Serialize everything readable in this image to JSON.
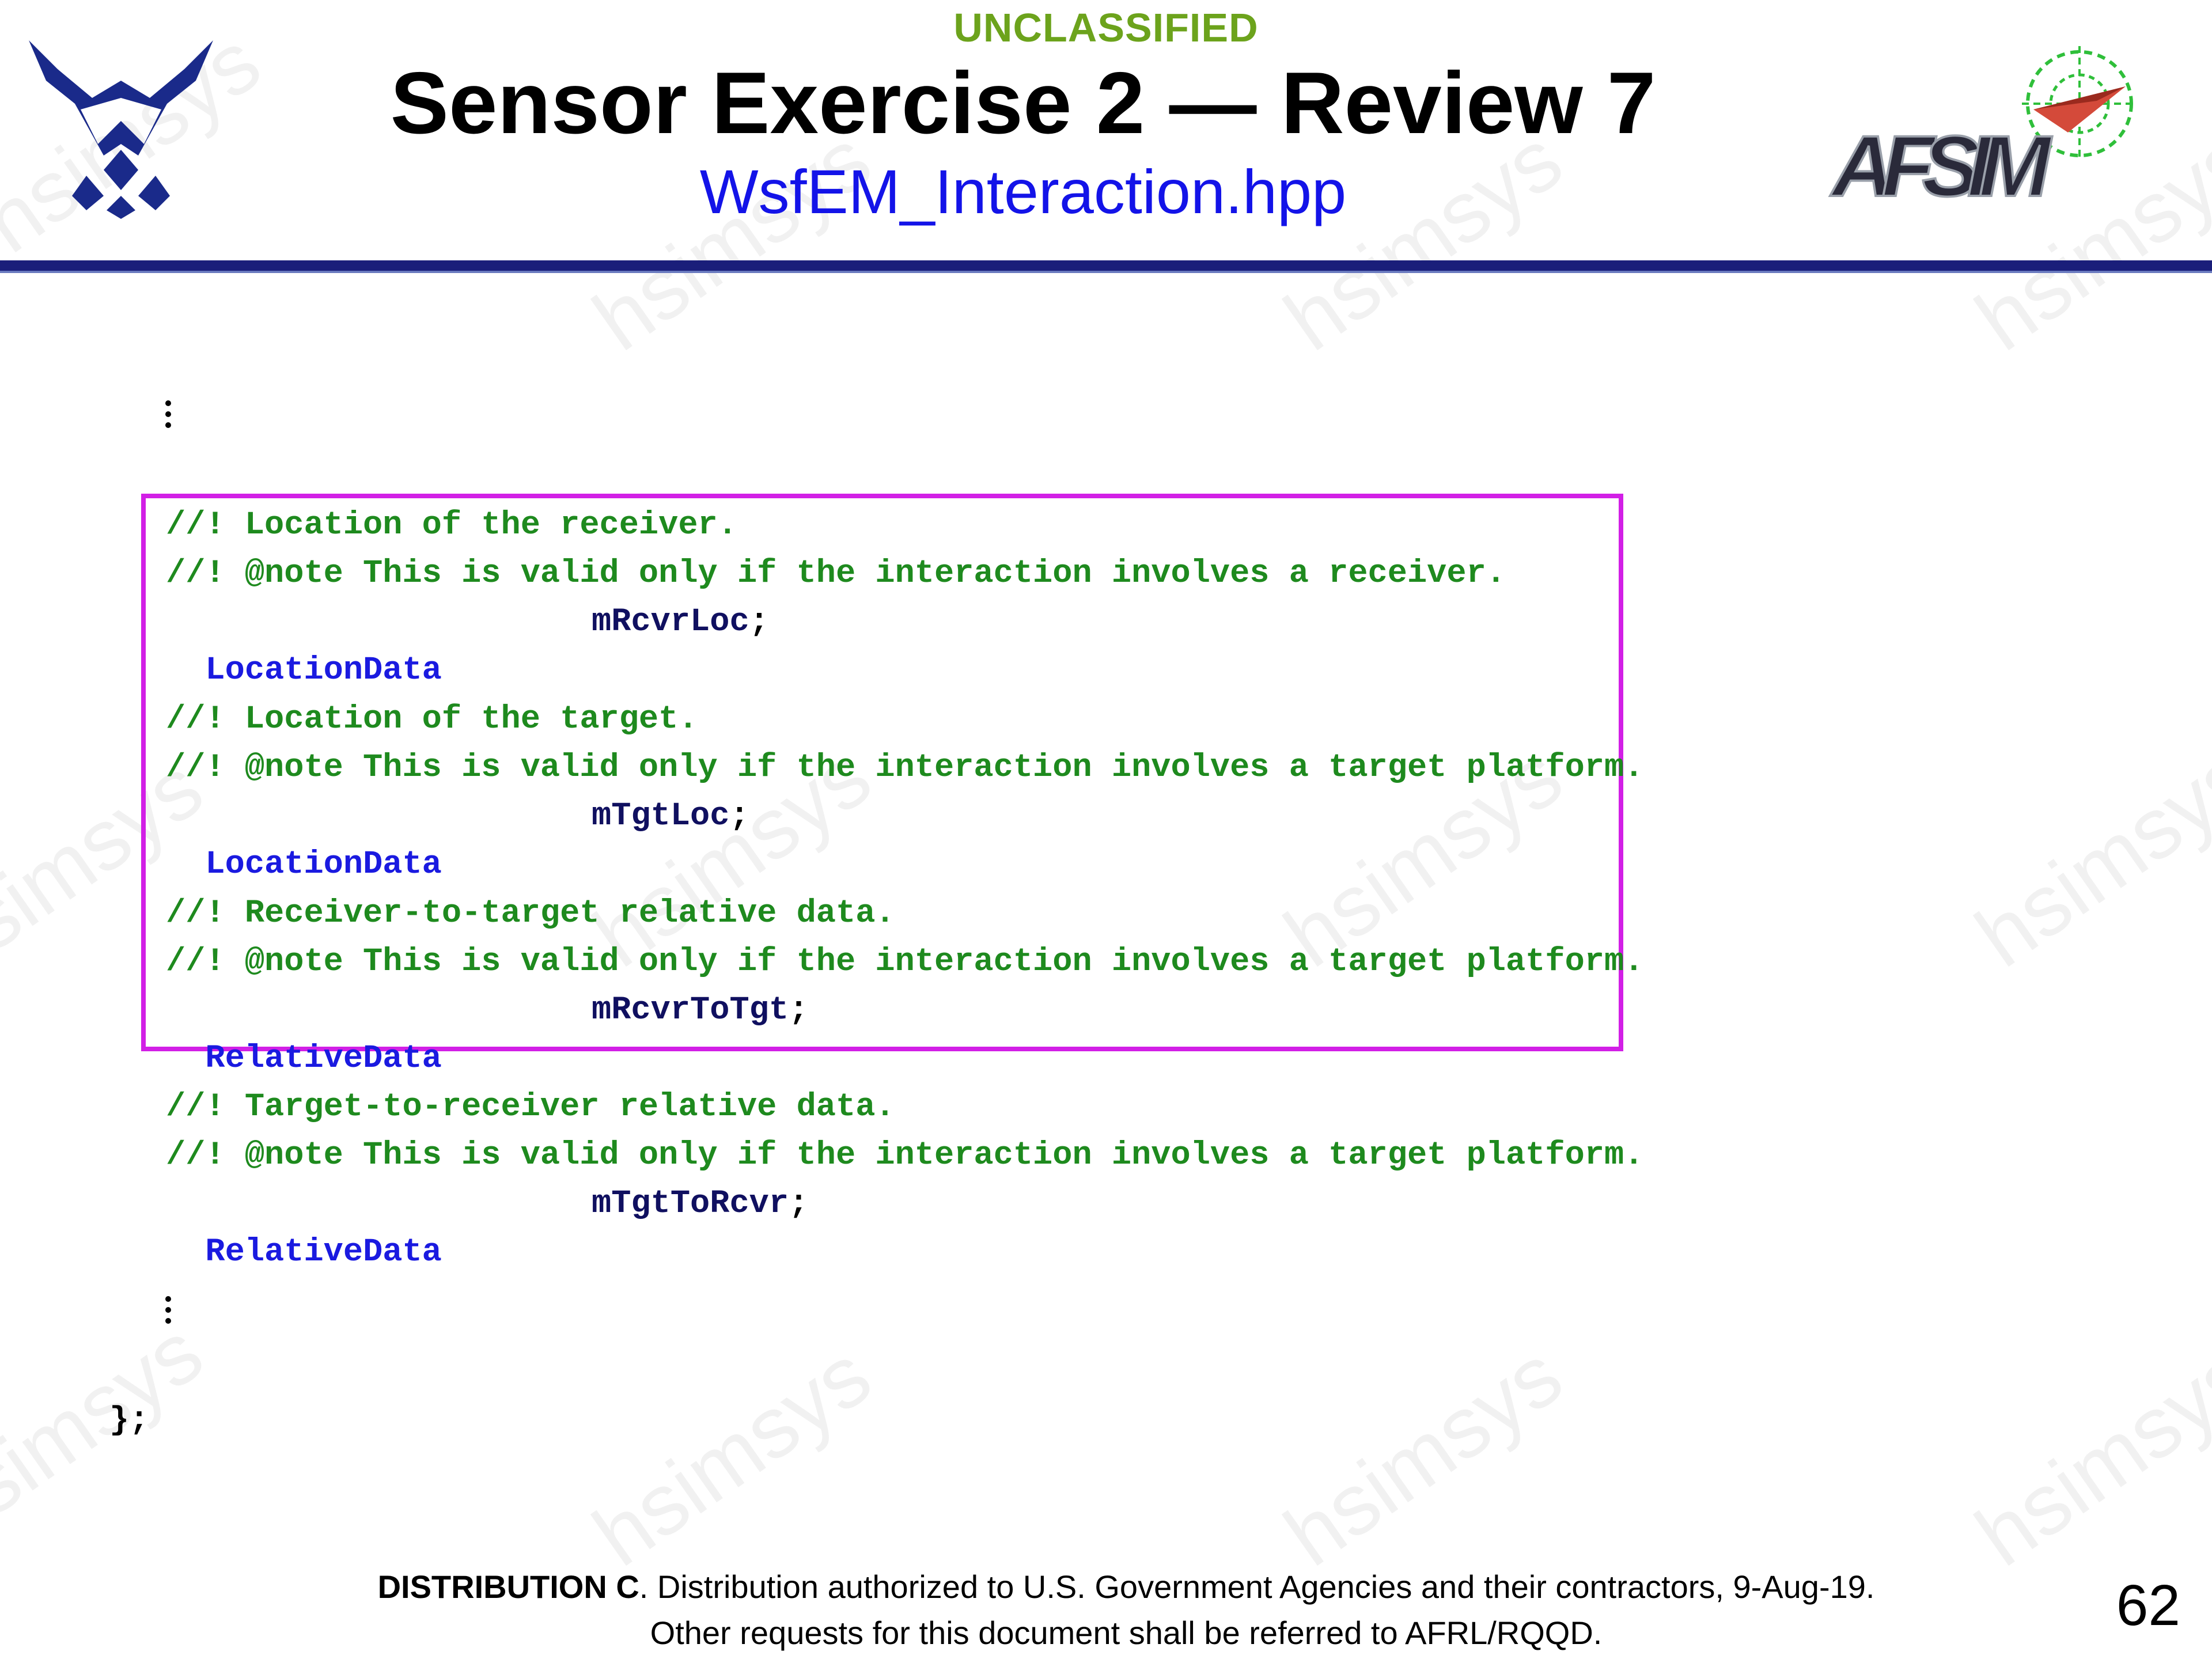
{
  "header": {
    "classification": "UNCLASSIFIED",
    "title": "Sensor Exercise 2 — Review 7",
    "subtitle": "WsfEM_Interaction.hpp"
  },
  "logos": {
    "left": {
      "icon": "us-air-force-wings-icon",
      "color": "#1a2a8a"
    },
    "right": {
      "icon": "afsim-logo-icon",
      "text": "AFSIM"
    }
  },
  "watermark": {
    "text": "hsimsys"
  },
  "code": {
    "ellipsis_top": "⋮",
    "highlight_color": "#d21fe6",
    "blocks": [
      {
        "comment1": "//! Location of the receiver.",
        "comment2": "//! @note This is valid only if the interaction involves a receiver.",
        "type": "LocationData",
        "member": "mRcvrLoc",
        "terminator": ";"
      },
      {
        "comment1": "//! Location of the target.",
        "comment2": "//! @note This is valid only if the interaction involves a target platform.",
        "type": "LocationData",
        "member": "mTgtLoc",
        "terminator": ";"
      },
      {
        "comment1": "//! Receiver-to-target relative data.",
        "comment2": "//! @note This is valid only if the interaction involves a target platform.",
        "type": "RelativeData",
        "member": "mRcvrToTgt",
        "terminator": ";"
      },
      {
        "comment1": "//! Target-to-receiver relative data.",
        "comment2": "//! @note This is valid only if the interaction involves a target platform.",
        "type": "RelativeData",
        "member": "mTgtToRcvr",
        "terminator": ";"
      }
    ],
    "ellipsis_bottom": "⋮",
    "closing": "};"
  },
  "footer": {
    "distribution_label": "DISTRIBUTION C",
    "distribution_text": ". Distribution authorized to U.S. Government Agencies and their contractors, 9-Aug-19.",
    "line2": "Other requests for this document shall be referred to AFRL/RQQD.",
    "page_number": "62"
  }
}
